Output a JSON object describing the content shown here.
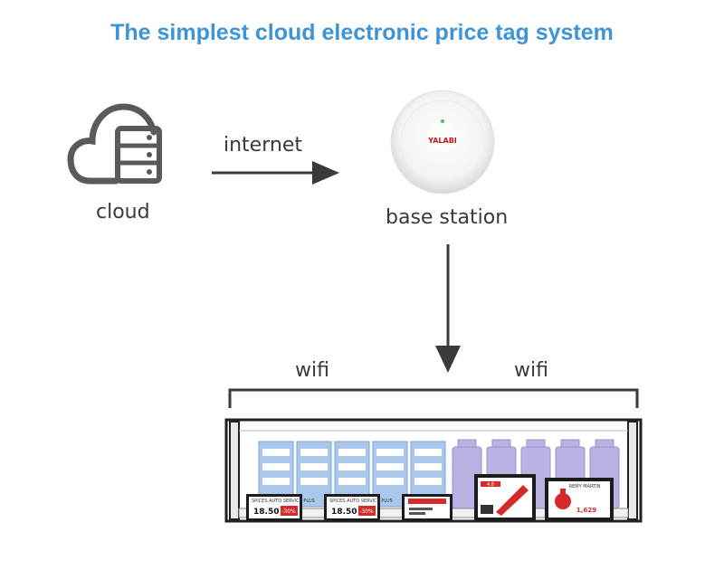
{
  "title": "The simplest cloud electronic price tag system",
  "nodes": {
    "cloud": "cloud",
    "internet": "internet",
    "base_station": "base station",
    "base_brand": "YALABI",
    "wifi_left": "wifi",
    "wifi_right": "wifi"
  },
  "tags": [
    {
      "header": "SPICES AUTO SERVICE PLUS",
      "price": "18.50",
      "discount": "-30%"
    },
    {
      "header": "SPICES AUTO SERVICE PLUS",
      "price": "18.50",
      "discount": "-30%"
    },
    {
      "header": "",
      "price": "",
      "discount": ""
    },
    {
      "header": "",
      "price": "",
      "discount": "4.8"
    },
    {
      "header": "REMY MARTIN",
      "price": "1,629",
      "discount": ""
    }
  ],
  "colors": {
    "title": "#3d94d6",
    "text": "#3a3a3a",
    "accent_red": "#d62a2a",
    "shelf_blue": "#a9c8ec",
    "bottle_purple": "#b9b2e2"
  }
}
